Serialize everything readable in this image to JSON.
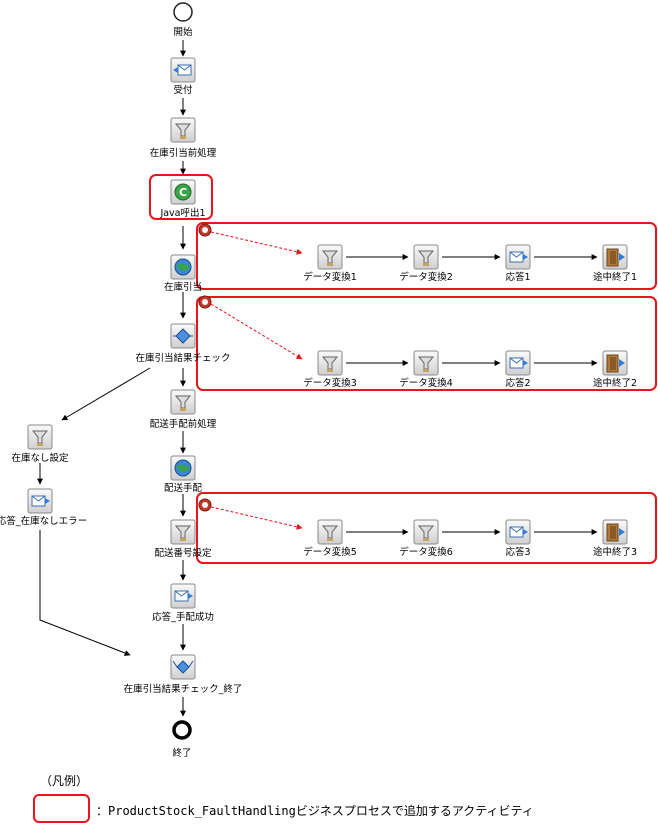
{
  "colors": {
    "highlight": "#e8141e",
    "edge": "#000000",
    "fault_edge": "#e8141e"
  },
  "nodes": {
    "start": "開始",
    "receive": "受付",
    "pre_stock": "在庫引当前処理",
    "java_call": "Java呼出1",
    "stock_alloc": "在庫引当",
    "stock_check": "在庫引当結果チェック",
    "no_stock_set": "在庫なし設定",
    "reply_no_stock": "応答_在庫なしエラー",
    "pre_ship": "配送手配前処理",
    "ship": "配送手配",
    "ship_no_set": "配送番号設定",
    "reply_ship_ok": "応答_手配成功",
    "check_end": "在庫引当結果チェック_終了",
    "end": "終了"
  },
  "fault_rows": [
    {
      "conv_a": "データ変換1",
      "conv_b": "データ変換2",
      "reply": "応答1",
      "terminate": "途中終了1"
    },
    {
      "conv_a": "データ変換3",
      "conv_b": "データ変換4",
      "reply": "応答2",
      "terminate": "途中終了2"
    },
    {
      "conv_a": "データ変換5",
      "conv_b": "データ変換6",
      "reply": "応答3",
      "terminate": "途中終了3"
    }
  ],
  "legend": {
    "title": "（凡例）",
    "description": "：ProductStock_FaultHandlingビジネスプロセスで追加するアクティビティ"
  },
  "icons": {
    "start": "circle-start-icon",
    "end": "circle-end-icon",
    "receive": "envelope-receive-icon",
    "transform": "funnel-transform-icon",
    "java": "java-call-icon",
    "invoke": "globe-invoke-icon",
    "switch": "switch-diamond-icon",
    "reply": "envelope-reply-icon",
    "terminate": "door-exit-icon",
    "fault": "fault-handler-icon"
  }
}
